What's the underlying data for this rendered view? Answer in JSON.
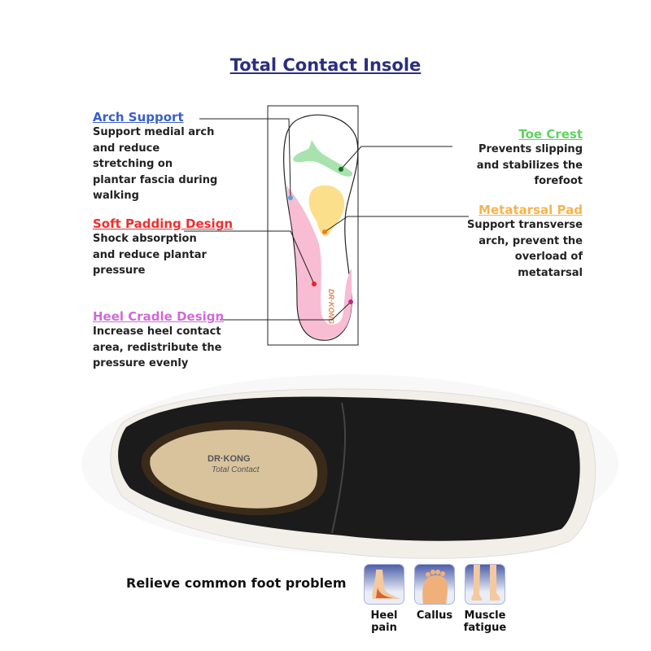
{
  "title": "Total Contact Insole",
  "colors": {
    "title": "#2b2f7e",
    "arch": "#3a60c8",
    "toe": "#5fd35f",
    "metatarsal": "#f5b450",
    "padding": "#ee2f2f",
    "heel": "#d06ad8"
  },
  "features": {
    "arch": {
      "heading": "Arch Support",
      "desc": "Support medial arch and reduce stretching on plantar fascia during walking"
    },
    "padding": {
      "heading": "Soft Padding Design",
      "desc": "Shock absorption and reduce plantar pressure"
    },
    "heel": {
      "heading": "Heel Cradle Design",
      "desc": "Increase heel contact area, redistribute the pressure evenly"
    },
    "toe": {
      "heading": "Toe Crest",
      "desc": "Prevents slipping and stabilizes the forefoot"
    },
    "metatarsal": {
      "heading": "Metatarsal Pad",
      "desc": "Support transverse arch, prevent the overload of metatarsal"
    }
  },
  "insole_logo": "DR·KONG",
  "shoe_logo": {
    "brand": "DR·KONG",
    "line": "Total Contact"
  },
  "relieve": "Relieve common foot problem",
  "problems": [
    {
      "label": "Heel pain",
      "icon": "heel-pain-icon"
    },
    {
      "label": "Callus",
      "icon": "callus-icon"
    },
    {
      "label": "Muscle fatigue",
      "icon": "muscle-fatigue-icon"
    }
  ]
}
